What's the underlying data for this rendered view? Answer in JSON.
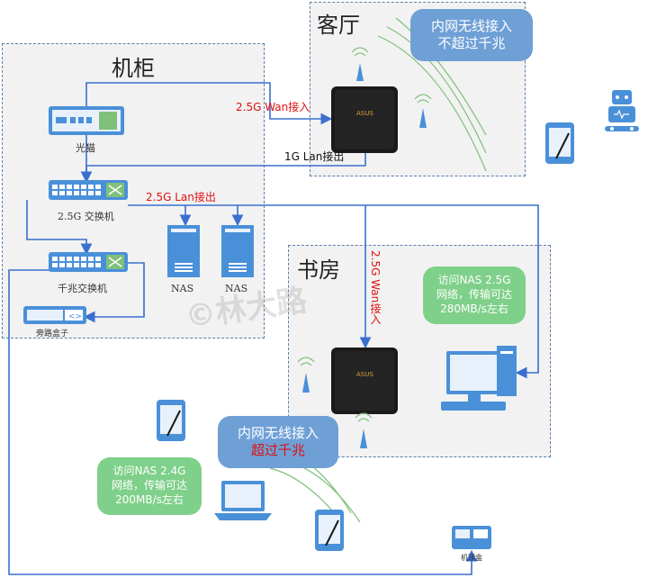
{
  "regions": {
    "cabinet": "机柜",
    "living_room": "客厅",
    "study": "书房"
  },
  "devices": {
    "modem": "光猫",
    "switch_25g": "2.5G 交换机",
    "switch_1g": "千兆交换机",
    "nas1": "NAS",
    "nas2": "NAS",
    "bypass_box": "旁路盒子",
    "settop_box": "机顶盒"
  },
  "links": {
    "wan_25g_living": "2.5G Wan接入",
    "lan_1g_out": "1G Lan接出",
    "lan_25g_out": "2.5G Lan接出",
    "wan_25g_study": "2.5G Wan接入"
  },
  "bubbles": {
    "living_wireless": {
      "line1": "内网无线接入",
      "line2": "不超过千兆"
    },
    "study_wireless": {
      "line1": "内网无线接入",
      "line2": "超过千兆"
    },
    "nas_25g": {
      "line1": "访问NAS 2.5G",
      "line2": "网络，传输可达",
      "line3": "280MB/s左右"
    },
    "nas_24g": {
      "line1": "访问NAS 2.4G",
      "line2": "网络，传输可达",
      "line3": "200MB/s左右"
    }
  },
  "watermark": "©林大路",
  "colors": {
    "line": "#3a6fcf",
    "red_text": "#e01010",
    "region_border": "#5a7fa8",
    "device_blue": "#4a90d9",
    "router_black": "#1a1a1a"
  }
}
